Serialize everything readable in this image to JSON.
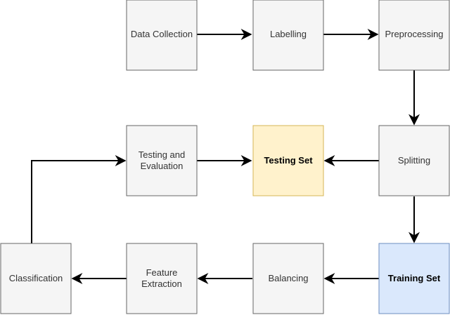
{
  "colors": {
    "default_fill": "#f5f5f5",
    "default_stroke": "#666666",
    "testing_set_fill": "#fff2cc",
    "testing_set_stroke": "#d6b656",
    "training_set_fill": "#dae8fc",
    "training_set_stroke": "#6c8ebf",
    "arrow": "#000000"
  },
  "nodes": {
    "data_collection": {
      "label": "Data Collection"
    },
    "labelling": {
      "label": "Labelling"
    },
    "preprocessing": {
      "label": "Preprocessing"
    },
    "splitting": {
      "label": "Splitting"
    },
    "testing_set": {
      "label": "Testing Set"
    },
    "testing_evaluation": {
      "line1": "Testing and",
      "line2": "Evaluation"
    },
    "training_set": {
      "label": "Training Set"
    },
    "balancing": {
      "label": "Balancing"
    },
    "feature_extraction": {
      "line1": "Feature",
      "line2": "Extraction"
    },
    "classification": {
      "label": "Classification"
    }
  },
  "edges": [
    {
      "from": "Data Collection",
      "to": "Labelling"
    },
    {
      "from": "Labelling",
      "to": "Preprocessing"
    },
    {
      "from": "Preprocessing",
      "to": "Splitting"
    },
    {
      "from": "Splitting",
      "to": "Testing Set"
    },
    {
      "from": "Splitting",
      "to": "Training Set"
    },
    {
      "from": "Training Set",
      "to": "Balancing"
    },
    {
      "from": "Balancing",
      "to": "Feature Extraction"
    },
    {
      "from": "Feature Extraction",
      "to": "Classification"
    },
    {
      "from": "Classification",
      "to": "Testing and Evaluation"
    },
    {
      "from": "Testing and Evaluation",
      "to": "Testing Set"
    }
  ]
}
